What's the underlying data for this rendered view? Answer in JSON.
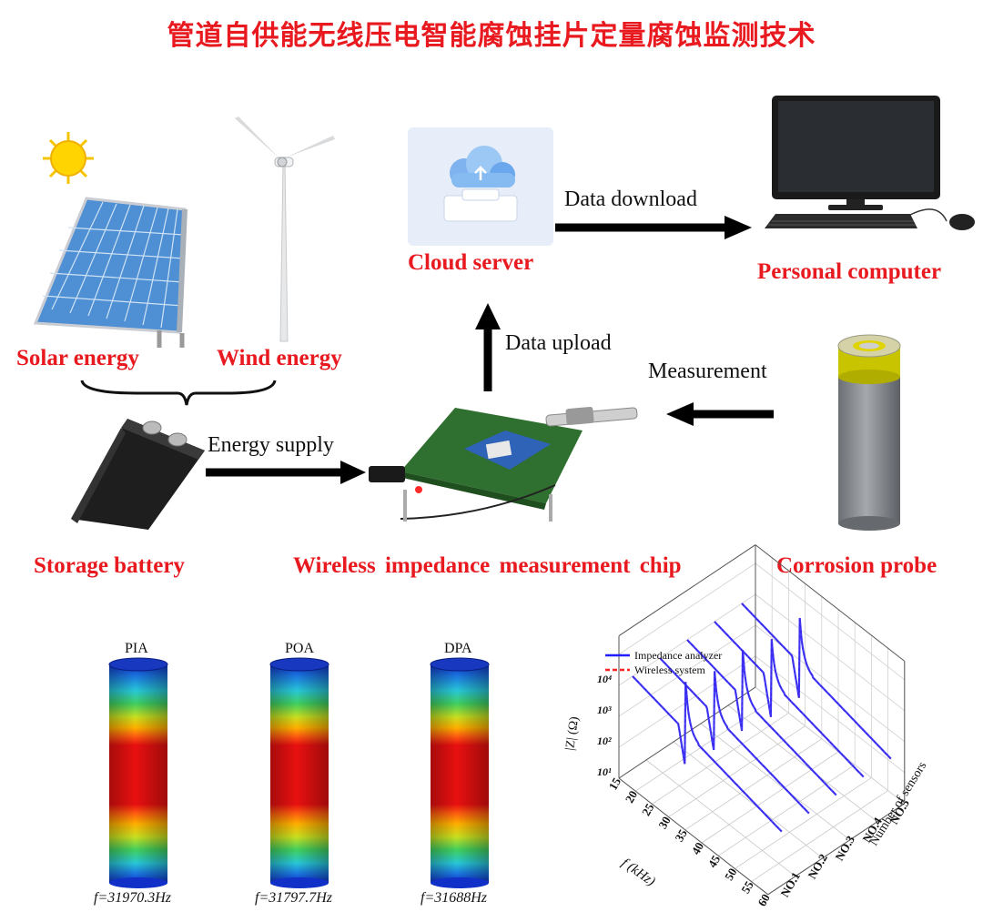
{
  "title": "管道自供能无线压电智能腐蚀挂片定量腐蚀监测技术",
  "nodes": {
    "solar": "Solar energy",
    "wind": "Wind energy",
    "battery": "Storage battery",
    "chip": "Wireless impedance measurement chip",
    "probe": "Corrosion probe",
    "cloud": "Cloud server",
    "pc": "Personal computer"
  },
  "edges": {
    "energy_supply": "Energy supply",
    "data_upload": "Data upload",
    "data_download": "Data download",
    "measurement": "Measurement"
  },
  "modes": [
    {
      "name": "PIA",
      "freq": "f=31970.3Hz"
    },
    {
      "name": "POA",
      "freq": "f=31797.7Hz"
    },
    {
      "name": "DPA",
      "freq": "f=31688Hz"
    }
  ],
  "colors": {
    "accent": "#e8191f",
    "arrow": "#000000",
    "impedance_analyzer": "#1f1fff",
    "wireless_system": "#ff2020"
  },
  "chart_data": {
    "type": "line",
    "legend": [
      "Impedance analyzer",
      "Wireless system"
    ],
    "xlabel": "f (kHz)",
    "ylabel": "|Z| (Ω)",
    "zlabel": "Number of sensors",
    "x_ticks": [
      "15",
      "20",
      "25",
      "30",
      "35",
      "40",
      "45",
      "50",
      "55",
      "60"
    ],
    "y_ticks": [
      "10¹",
      "10²",
      "10³",
      "10⁴"
    ],
    "sensors": [
      "NO.1",
      "NO.2",
      "NO.3",
      "NO.4",
      "NO.5"
    ],
    "xlim": [
      15,
      60
    ],
    "resonance_khz": 31
  }
}
